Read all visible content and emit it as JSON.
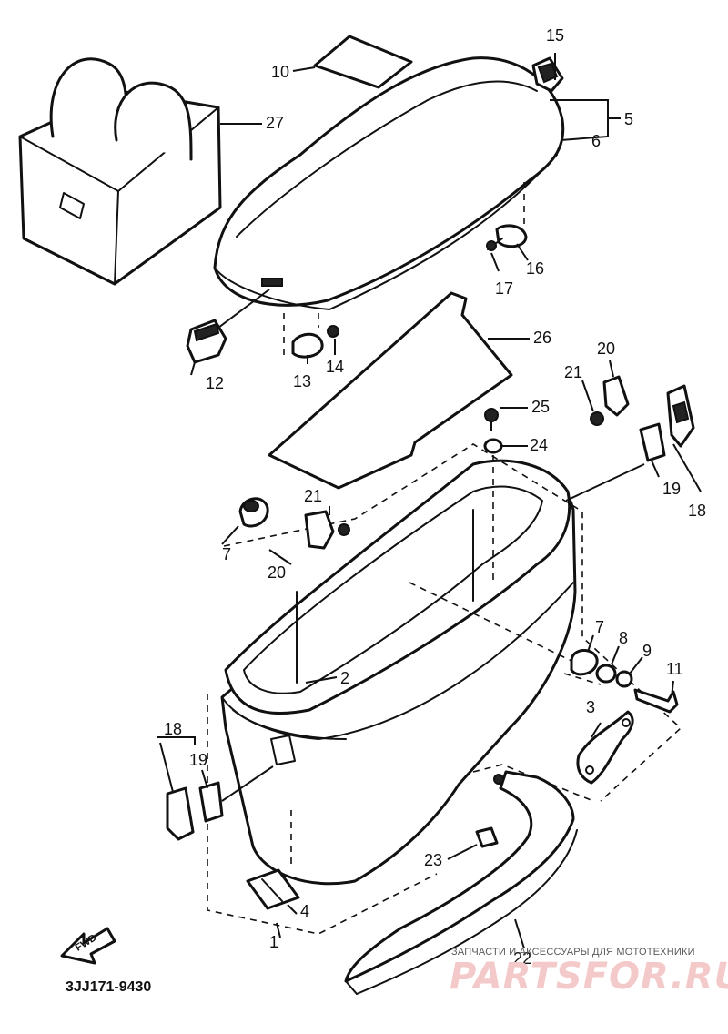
{
  "callouts": {
    "c1": "1",
    "c2": "2",
    "c3": "3",
    "c4": "4",
    "c5": "5",
    "c6": "6",
    "c7a": "7",
    "c7b": "7",
    "c8": "8",
    "c9": "9",
    "c10": "10",
    "c11": "11",
    "c12": "12",
    "c13": "13",
    "c14": "14",
    "c15": "15",
    "c16": "16",
    "c17": "17",
    "c18a": "18",
    "c18b": "18",
    "c19a": "19",
    "c19b": "19",
    "c20a": "20",
    "c20b": "20",
    "c21a": "21",
    "c21b": "21",
    "c22": "22",
    "c23": "23",
    "c24": "24",
    "c25": "25",
    "c26": "26",
    "c27": "27"
  },
  "figure_code": "3JJ171-9430",
  "direction_marker": "FWD",
  "watermark": {
    "tagline": "ЗАПЧАСТИ И АКСЕССУАРЫ ДЛЯ МОТОТЕХНИКИ",
    "brand": "PARTSFOR.RU",
    "color": "#f3c9c9"
  },
  "colors": {
    "ink": "#111111",
    "paper": "#ffffff"
  }
}
